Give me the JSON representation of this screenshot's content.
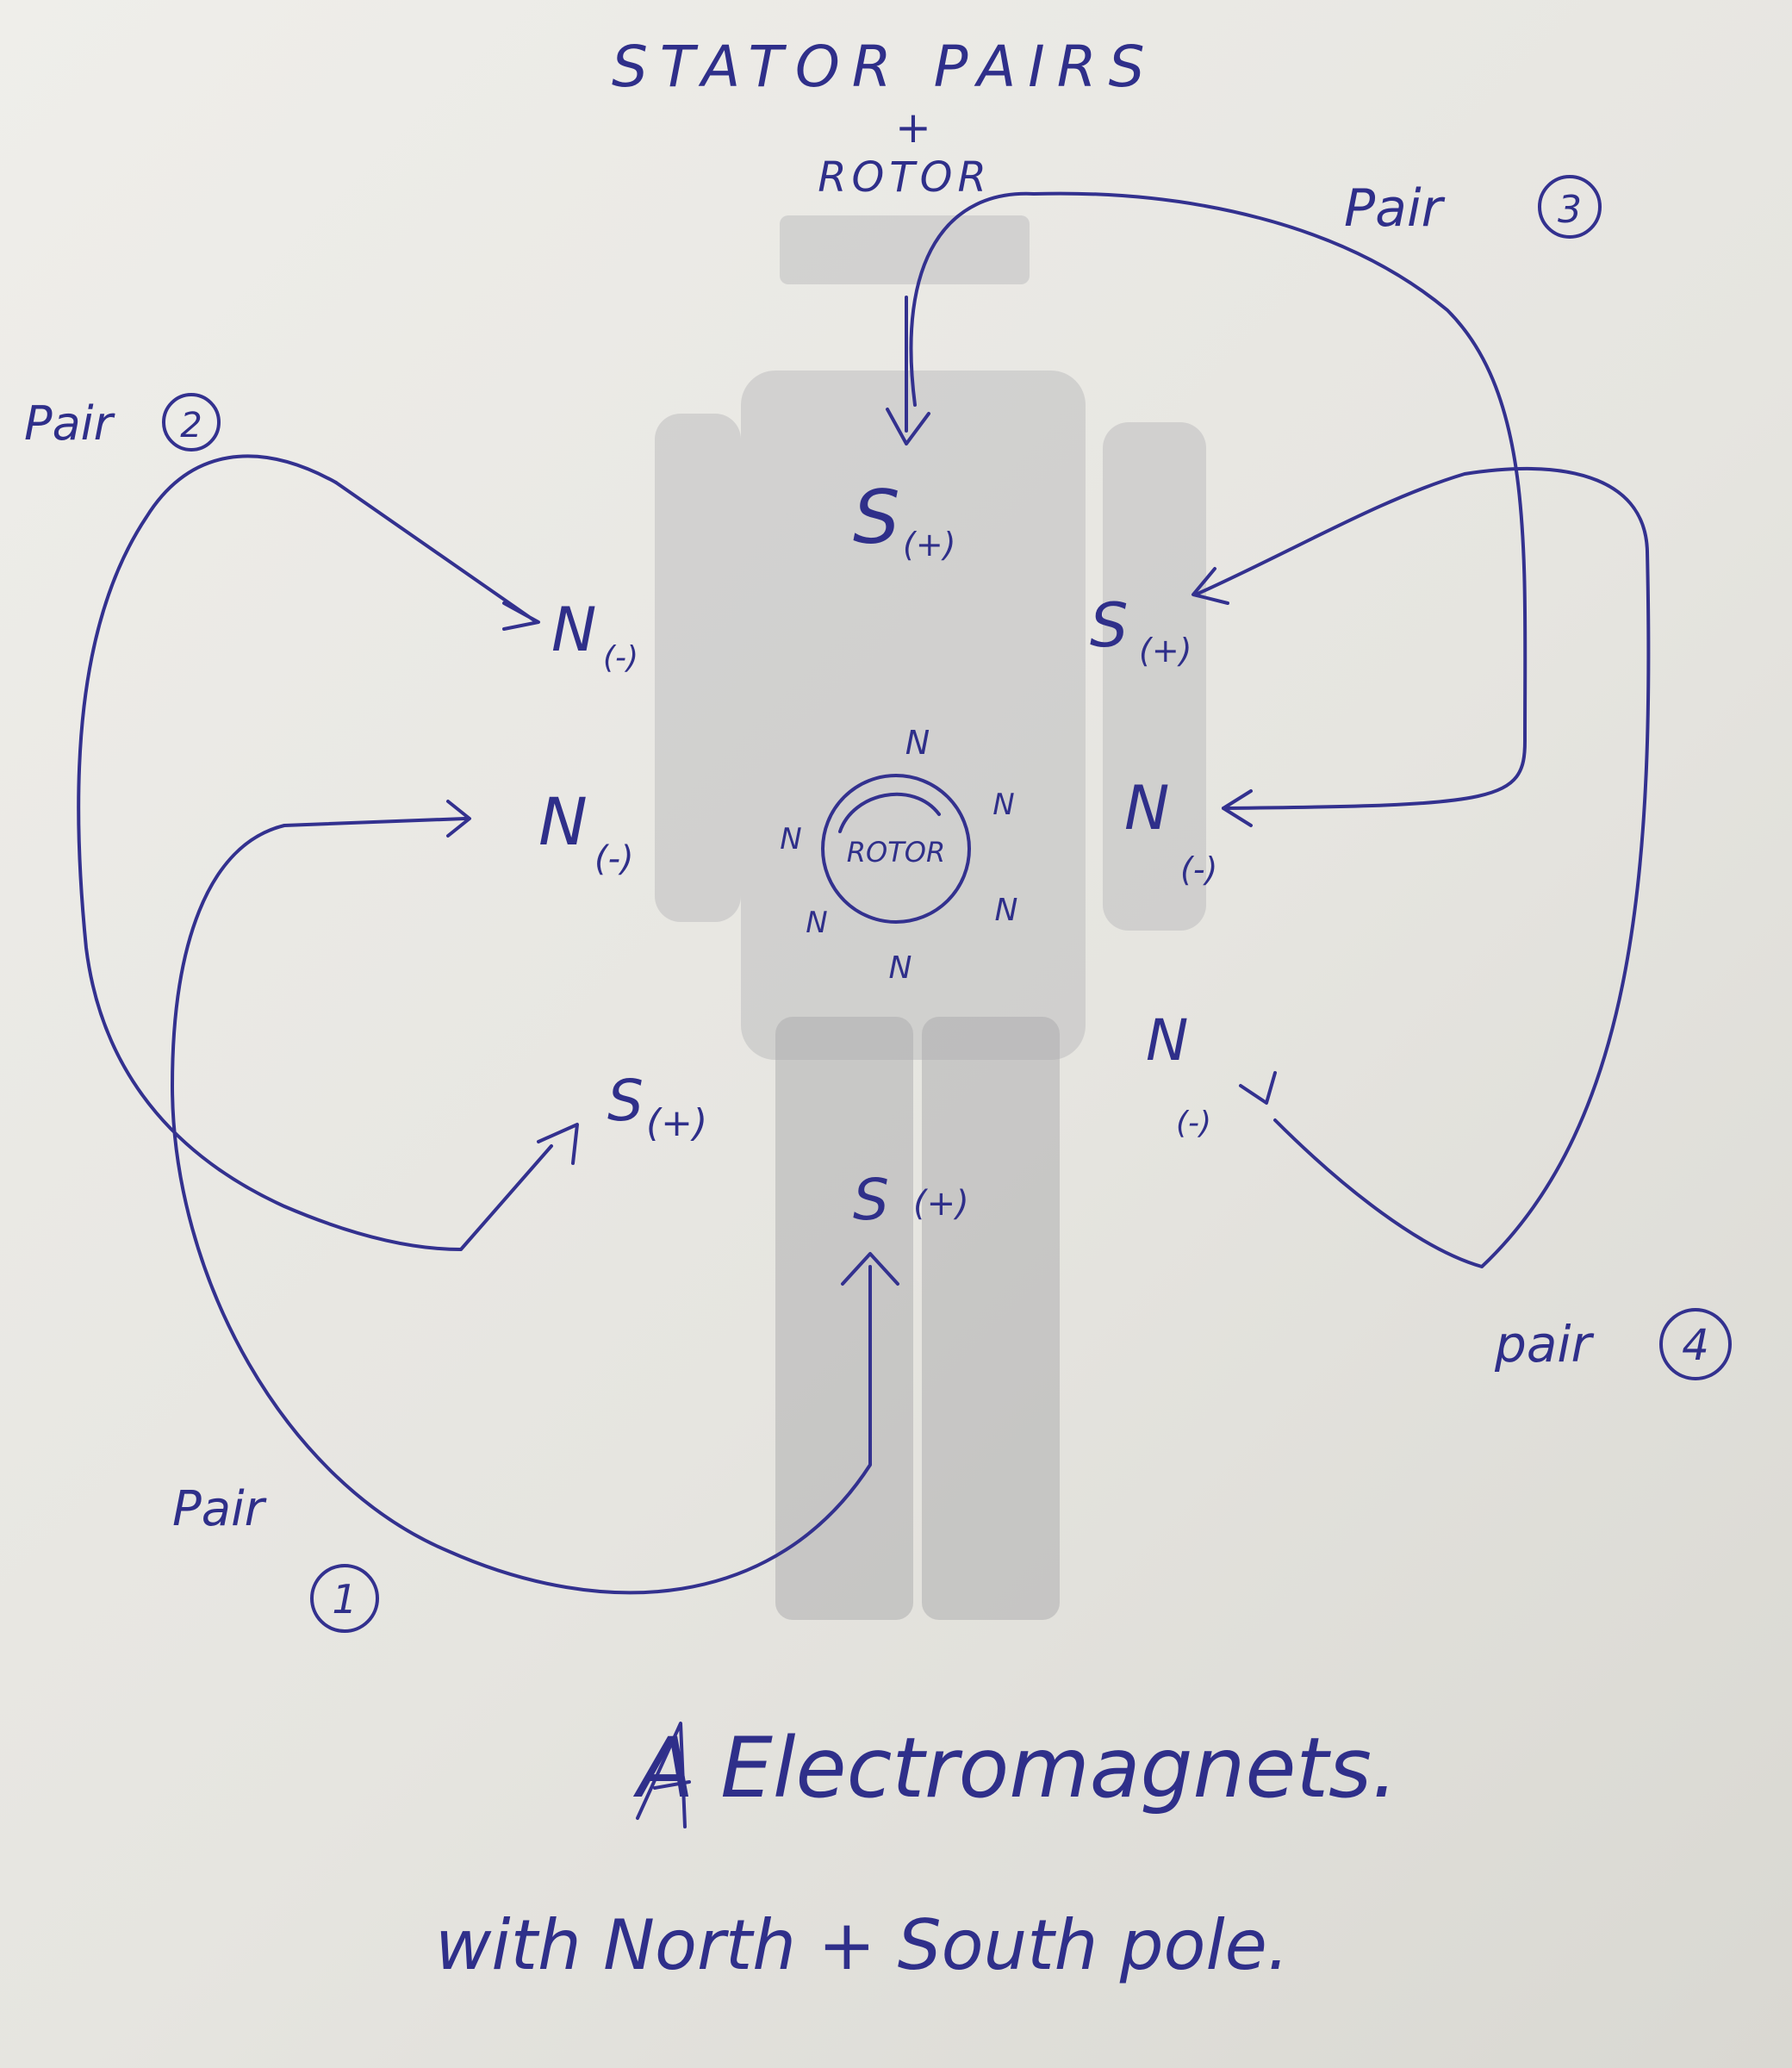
{
  "title": {
    "line1": "STATOR PAIRS",
    "line2": "+",
    "line3": "ROTOR"
  },
  "pair_labels": {
    "pair1": {
      "text": "Pair",
      "number": "1"
    },
    "pair2": {
      "text": "Pair",
      "number": "2"
    },
    "pair3": {
      "text": "Pair",
      "number": "3"
    },
    "pair4": {
      "text": "pair",
      "number": "4"
    }
  },
  "poles": {
    "top": "S",
    "top_sign": "(+)",
    "upper_left": "N",
    "upper_left_sign": "(-)",
    "mid_left": "N",
    "mid_left_sign": "(-)",
    "lower_left": "S",
    "lower_left_sign": "(+)",
    "bottom": "S",
    "bottom_sign": "(+)",
    "upper_right": "S",
    "upper_right_sign": "(+)",
    "mid_right": "N",
    "mid_right_sign": "(-)",
    "lower_right": "N",
    "lower_right_sign": "(-)"
  },
  "rotor": {
    "label": "ROTOR",
    "poles": [
      "N",
      "N",
      "N",
      "N",
      "N",
      "N"
    ]
  },
  "caption": {
    "line1": "A   Electromagnets.",
    "line2": "with  North  +  South pole."
  },
  "colors": {
    "ink": "#33318f",
    "paper": "#e9e8e3",
    "print_ghost": "#bdbdbf"
  }
}
